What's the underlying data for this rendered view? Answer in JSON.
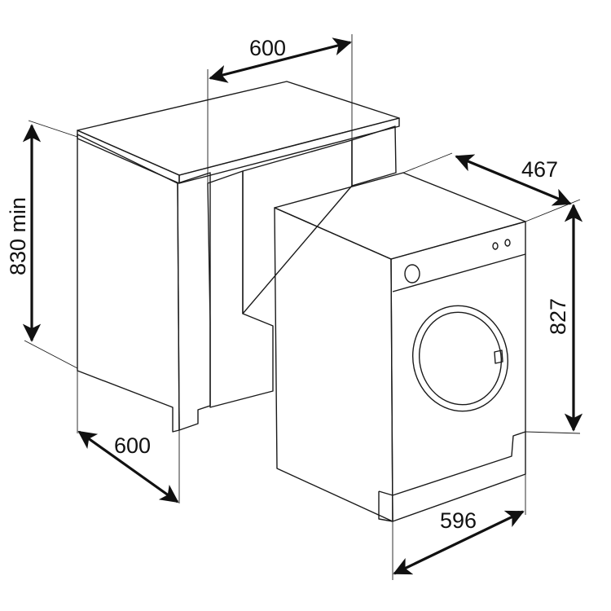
{
  "colors": {
    "cabinet_side": "#999999",
    "cabinet_top": "#8f8f8f",
    "cabinet_inner": "#ffffff",
    "appliance_fill": "#ffffff",
    "line": "#1a1a1a"
  },
  "dimensions": {
    "cabinet_width": "600",
    "cabinet_height": "830 min",
    "cabinet_depth": "600",
    "appliance_depth": "467",
    "appliance_height": "827",
    "appliance_width": "596"
  }
}
